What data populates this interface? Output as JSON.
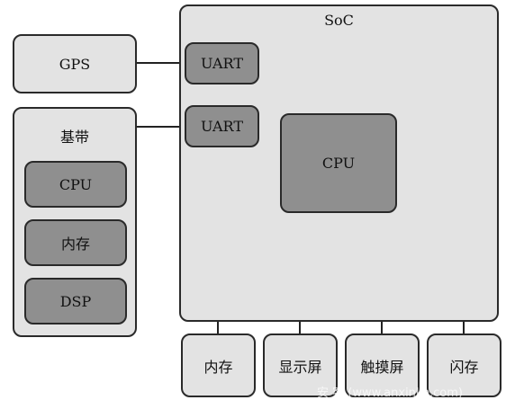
{
  "soc": {
    "title": "SoC",
    "uart_top": "UART",
    "uart_bottom": "UART",
    "cpu": "CPU"
  },
  "gps": {
    "label": "GPS"
  },
  "baseband": {
    "title": "基带",
    "cpu": "CPU",
    "memory": "内存",
    "dsp": "DSP"
  },
  "peripherals": {
    "memory": "内存",
    "display": "显示屏",
    "touchscreen": "触摸屏",
    "flash": "闪存"
  },
  "watermark": "安 客 (www.anxinke.com)"
}
